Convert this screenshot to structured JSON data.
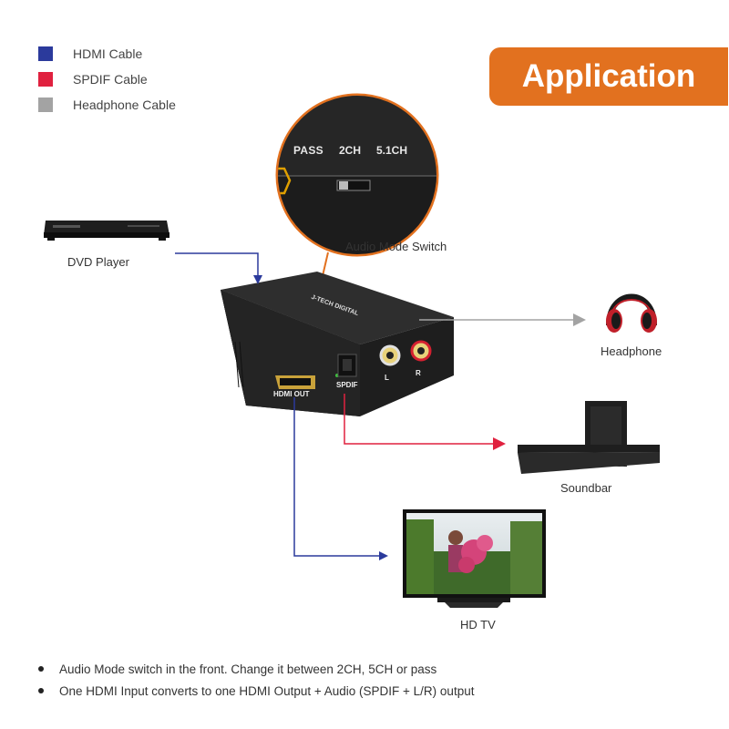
{
  "legend": {
    "items": [
      {
        "label": "HDMI Cable",
        "color": "#2b3a9c"
      },
      {
        "label": "SPDIF Cable",
        "color": "#e0213f"
      },
      {
        "label": "Headphone Cable",
        "color": "#a3a3a3"
      }
    ]
  },
  "banner": {
    "title": "Application"
  },
  "zoom": {
    "labels": [
      "PASS",
      "2CH",
      "5.1CH"
    ],
    "caption": "Audio Mode Switch"
  },
  "device": {
    "brand": "J-TECH DIGITAL",
    "hdmi_out_label": "HDMI OUT",
    "spdif_label": "SPDIF",
    "left_label": "L",
    "right_label": "R"
  },
  "nodes": {
    "dvd_player": "DVD Player",
    "headphone": "Headphone",
    "soundbar": "Soundbar",
    "hd_tv": "HD TV"
  },
  "bullets": [
    "Audio Mode switch in the front. Change it between 2CH, 5CH or pass",
    "One HDMI Input converts to one HDMI Output + Audio (SPDIF + L/R) output"
  ],
  "colors": {
    "accent": "#e2711f",
    "hdmi": "#2b3a9c",
    "spdif": "#e0213f",
    "headphone": "#a3a3a3"
  }
}
